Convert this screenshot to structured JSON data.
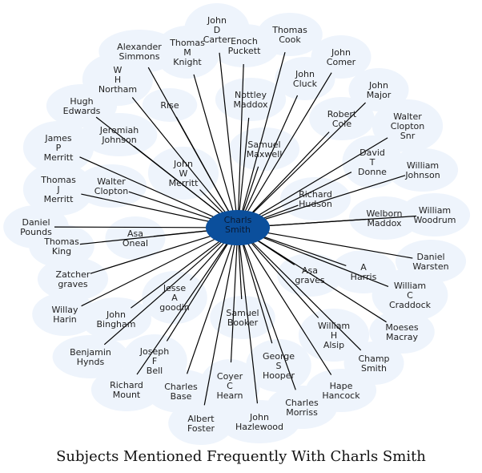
{
  "diagram": {
    "title": "Subjects Mentioned Frequently With Charls Smith",
    "center": {
      "label": "Charls Smith",
      "color": "#0b4f9c"
    },
    "node_color": "#eef4fc",
    "nodes": [
      {
        "label": "John D Carter"
      },
      {
        "label": "Alexander Simmons"
      },
      {
        "label": "Thomas M Knight"
      },
      {
        "label": "Enoch Puckett"
      },
      {
        "label": "Thomas Cook"
      },
      {
        "label": "John Comer"
      },
      {
        "label": "W H Northam"
      },
      {
        "label": "John Cluck"
      },
      {
        "label": "John Major"
      },
      {
        "label": "Hugh Edwards"
      },
      {
        "label": "Rise"
      },
      {
        "label": "Nottley Maddox"
      },
      {
        "label": "Robert Cole"
      },
      {
        "label": "Walter Clopton Snr"
      },
      {
        "label": "James P Merritt"
      },
      {
        "label": "Jeremiah Johnson"
      },
      {
        "label": "Samuel Maxwell"
      },
      {
        "label": "David T Donne"
      },
      {
        "label": "William Johnson"
      },
      {
        "label": "John W Merritt"
      },
      {
        "label": "Thomas J Merritt"
      },
      {
        "label": "Walter Clopton"
      },
      {
        "label": "Richard Hudson"
      },
      {
        "label": "Daniel Pounds"
      },
      {
        "label": "Welborn Maddox"
      },
      {
        "label": "William Woodrum"
      },
      {
        "label": "Asa Oneal"
      },
      {
        "label": "Thomas King"
      },
      {
        "label": "Daniel Warsten"
      },
      {
        "label": "A Harris"
      },
      {
        "label": "Asa graves"
      },
      {
        "label": "Zatcher graves"
      },
      {
        "label": "William C Craddock"
      },
      {
        "label": "Jesse A goodin"
      },
      {
        "label": "Willay Harin"
      },
      {
        "label": "John Bingham"
      },
      {
        "label": "Samuel Booker"
      },
      {
        "label": "William H Alsip"
      },
      {
        "label": "Moeses Macray"
      },
      {
        "label": "Benjamin Hynds"
      },
      {
        "label": "Joseph F Bell"
      },
      {
        "label": "George S Hooper"
      },
      {
        "label": "Champ Smith"
      },
      {
        "label": "Richard Mount"
      },
      {
        "label": "Charles Base"
      },
      {
        "label": "Coyer C Hearn"
      },
      {
        "label": "Hape Hancock"
      },
      {
        "label": "Charles Morriss"
      },
      {
        "label": "Albert Foster"
      },
      {
        "label": "John Hazlewood"
      }
    ]
  }
}
